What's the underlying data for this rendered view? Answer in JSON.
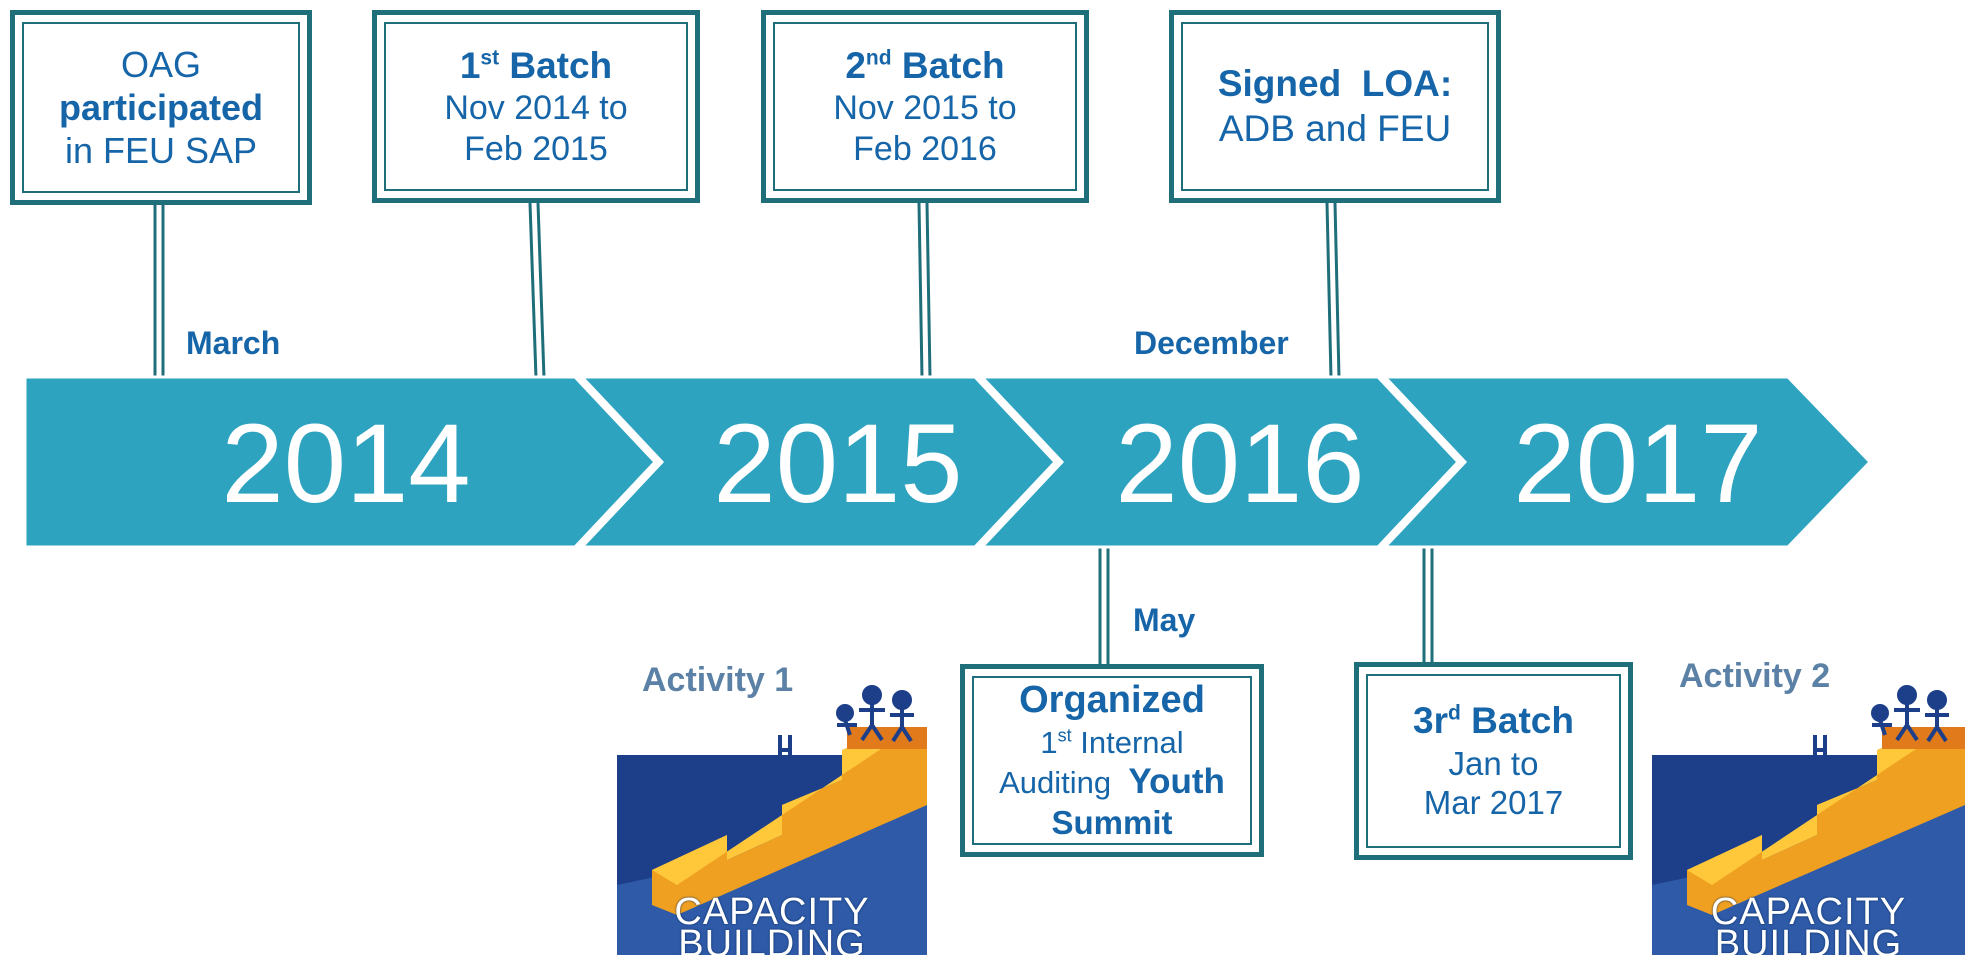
{
  "years": [
    "2014",
    "2015",
    "2016",
    "2017"
  ],
  "months": {
    "march": "March",
    "december": "December",
    "may": "May"
  },
  "events": {
    "oag": {
      "line1": "OAG",
      "line2": "participated",
      "line3": "in FEU SAP"
    },
    "batch1": {
      "ordinal": "1",
      "suffix": "st",
      "title": "Batch",
      "line2": "Nov 2014 to",
      "line3": "Feb 2015"
    },
    "batch2": {
      "ordinal": "2",
      "suffix": "nd",
      "title": "Batch",
      "line2": "Nov 2015 to",
      "line3": "Feb 2016"
    },
    "loa": {
      "line1": "Signed  LOA:",
      "line2": "ADB and FEU"
    },
    "summit": {
      "line1": "Organized",
      "ordinal": "1",
      "suffix": "st",
      "line2": " Internal",
      "line3a": "Auditing",
      "line3b": "Youth",
      "line4": "Summit"
    },
    "batch3": {
      "ordinal": "3r",
      "suffix": "d",
      "title": "Batch",
      "line2": "Jan to",
      "line3": "Mar 2017"
    }
  },
  "activities": [
    {
      "title": "Activity 1",
      "cap_line1": "CAPACITY",
      "cap_line2": "BUILDING"
    },
    {
      "title": "Activity 2",
      "cap_line1": "CAPACITY",
      "cap_line2": "BUILDING"
    }
  ],
  "colors": {
    "arrow": "#2ea3c0",
    "box_border": "#1f6f7a",
    "text_blue": "#1565a8",
    "activity_title": "#5b82a6"
  }
}
